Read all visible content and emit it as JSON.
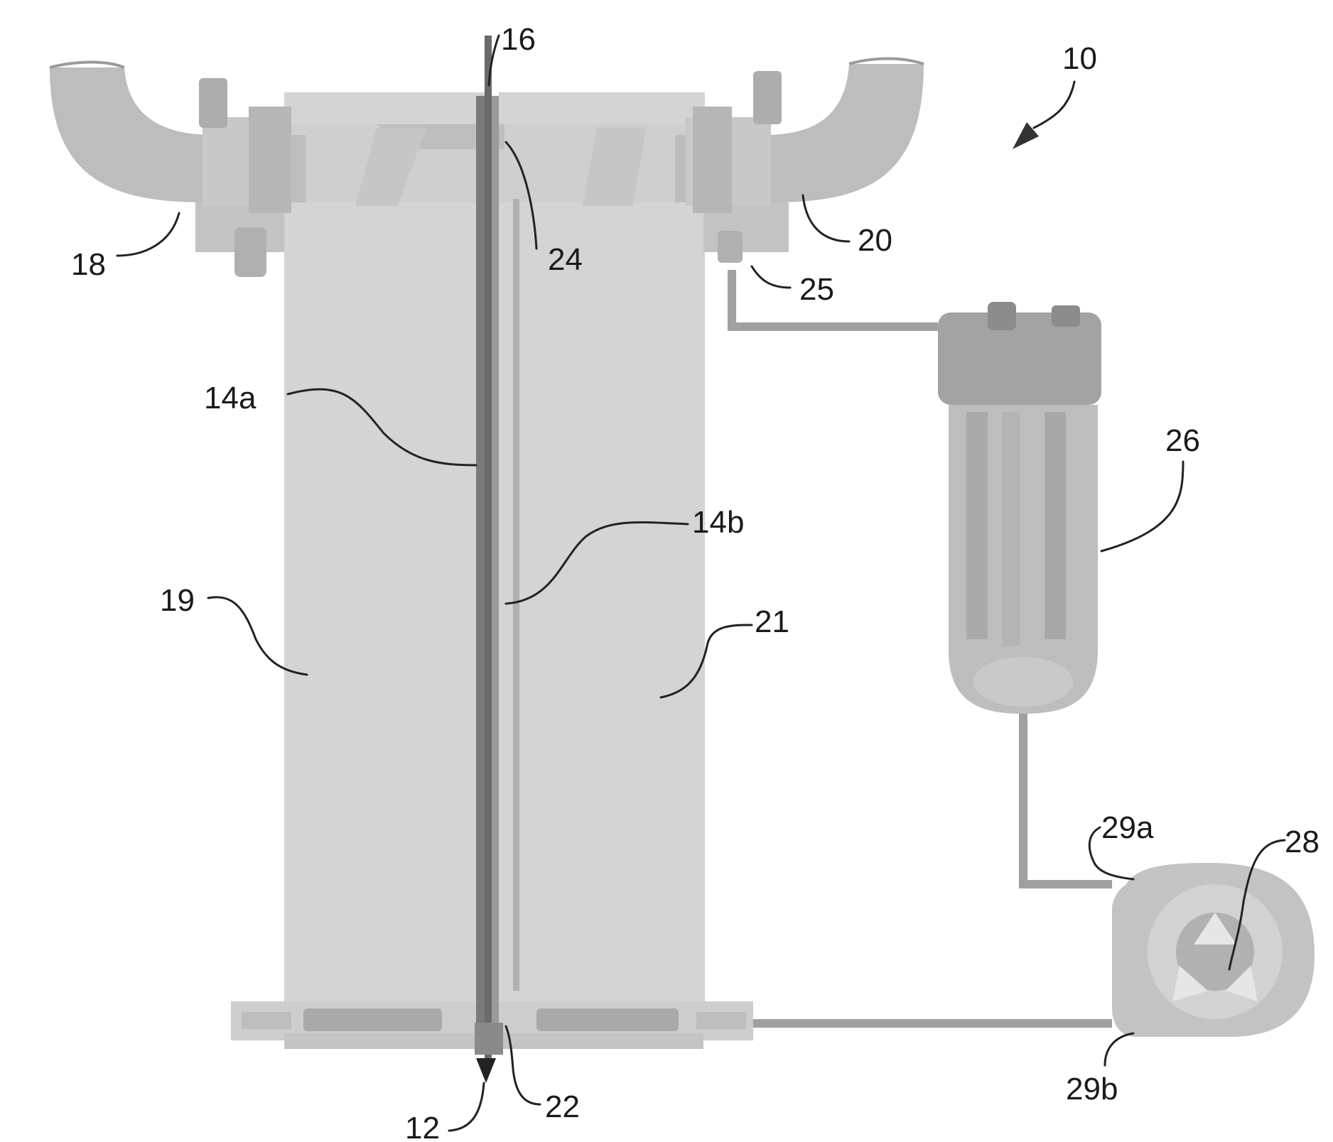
{
  "figure": {
    "colors": {
      "part_fill": "#d4d4d4",
      "part_dark": "#b9b9b9",
      "part_darker": "#8c8c8c",
      "membrane": "#7a7a7a",
      "line": "#222222",
      "background": "#ffffff"
    },
    "labels": {
      "ref_10": "10",
      "ref_12": "12",
      "ref_14a": "14a",
      "ref_14b": "14b",
      "ref_16": "16",
      "ref_18": "18",
      "ref_19": "19",
      "ref_20": "20",
      "ref_21": "21",
      "ref_22": "22",
      "ref_24": "24",
      "ref_25": "25",
      "ref_26": "26",
      "ref_28": "28",
      "ref_29a": "29a",
      "ref_29b": "29b"
    }
  }
}
